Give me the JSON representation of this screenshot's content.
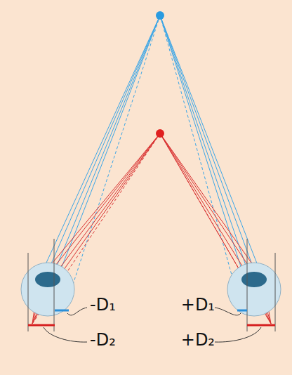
{
  "diagram": {
    "labels": [
      "-D₁",
      "-D₂",
      "+D₁",
      "+D₂"
    ]
  }
}
